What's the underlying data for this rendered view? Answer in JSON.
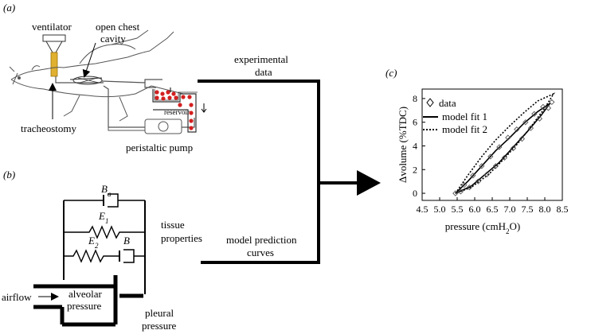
{
  "panels": {
    "a": "(a)",
    "b": "(b)",
    "c": "(c)"
  },
  "panel_a": {
    "ventilator": "ventilator",
    "open_chest_1": "open chest",
    "open_chest_2": "cavity",
    "tracheostomy": "tracheostomy",
    "reservoir": "reservoir",
    "peristaltic_pump": "peristaltic pump"
  },
  "flow": {
    "experimental_1": "experimental",
    "experimental_2": "data",
    "model_pred_1": "model prediction",
    "model_pred_2": "curves"
  },
  "panel_b": {
    "ba": "B",
    "ba_sub": "a",
    "e1": "E",
    "e1_sub": "1",
    "e2": "E",
    "e2_sub": "2",
    "b": "B",
    "tissue_1": "tissue",
    "tissue_2": "properties",
    "airflow": "airflow",
    "alveolar_1": "alveolar",
    "alveolar_2": "pressure",
    "pleural_1": "pleural",
    "pleural_2": "pressure"
  },
  "chart_data": {
    "type": "scatter",
    "xlabel": "pressure (cmH2O)",
    "xlabel_main": "pressure (cmH",
    "xlabel_sub": "2",
    "xlabel_end": "O)",
    "ylabel": "Δvolume (%TDC)",
    "xlim": [
      4.5,
      8.5
    ],
    "ylim": [
      -0.6,
      8.8
    ],
    "x_ticks": [
      4.5,
      5.0,
      5.5,
      6.0,
      6.5,
      7.0,
      7.5,
      8.0,
      8.5
    ],
    "x_tick_labels": [
      "4.5",
      "5.0",
      "5.5",
      "6.0",
      "6.5",
      "7.0",
      "7.5",
      "8.0",
      "8.5"
    ],
    "y_ticks": [
      0,
      2,
      4,
      6,
      8
    ],
    "y_tick_labels": [
      "0",
      "2",
      "4",
      "6",
      "8"
    ],
    "legend_position": "top-left",
    "grid": false,
    "series": [
      {
        "name": "data",
        "style": "diamond-markers",
        "points": [
          [
            5.45,
            0.0
          ],
          [
            5.7,
            0.7
          ],
          [
            5.95,
            1.5
          ],
          [
            6.2,
            2.3
          ],
          [
            6.45,
            3.1
          ],
          [
            6.7,
            3.9
          ],
          [
            6.95,
            4.7
          ],
          [
            7.2,
            5.4
          ],
          [
            7.45,
            6.0
          ],
          [
            7.7,
            6.7
          ],
          [
            7.95,
            7.3
          ],
          [
            8.2,
            7.7
          ],
          [
            8.1,
            7.2
          ],
          [
            7.85,
            6.3
          ],
          [
            7.6,
            5.5
          ],
          [
            7.35,
            4.6
          ],
          [
            7.1,
            3.8
          ],
          [
            6.85,
            3.0
          ],
          [
            6.6,
            2.3
          ],
          [
            6.35,
            1.6
          ],
          [
            6.1,
            1.0
          ],
          [
            5.85,
            0.5
          ],
          [
            5.6,
            0.15
          ]
        ]
      },
      {
        "name": "model fit 1",
        "style": "solid",
        "upper": [
          [
            5.45,
            0.0
          ],
          [
            5.8,
            1.0
          ],
          [
            6.2,
            2.3
          ],
          [
            6.6,
            3.6
          ],
          [
            7.0,
            4.7
          ],
          [
            7.4,
            5.9
          ],
          [
            7.8,
            6.9
          ],
          [
            8.15,
            7.6
          ]
        ],
        "lower": [
          [
            8.15,
            7.6
          ],
          [
            7.9,
            6.6
          ],
          [
            7.5,
            5.2
          ],
          [
            7.1,
            3.9
          ],
          [
            6.7,
            2.6
          ],
          [
            6.3,
            1.6
          ],
          [
            5.9,
            0.6
          ],
          [
            5.45,
            0.0
          ]
        ]
      },
      {
        "name": "model fit 2",
        "style": "dotted",
        "upper": [
          [
            5.45,
            0.0
          ],
          [
            5.8,
            1.5
          ],
          [
            6.2,
            3.1
          ],
          [
            6.6,
            4.5
          ],
          [
            7.0,
            5.7
          ],
          [
            7.4,
            6.8
          ],
          [
            7.8,
            7.8
          ],
          [
            8.25,
            8.4
          ]
        ],
        "lower": [
          [
            8.25,
            8.4
          ],
          [
            8.0,
            7.2
          ],
          [
            7.6,
            5.6
          ],
          [
            7.2,
            4.1
          ],
          [
            6.8,
            2.8
          ],
          [
            6.4,
            1.6
          ],
          [
            5.9,
            0.5
          ],
          [
            5.45,
            0.0
          ]
        ]
      }
    ]
  }
}
